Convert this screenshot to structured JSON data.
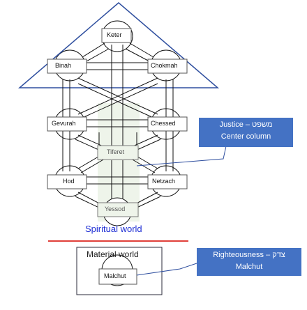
{
  "sefirot": {
    "keter": "Keter",
    "binah": "Binah",
    "chokmah": "Chokmah",
    "gevurah": "Gevurah",
    "chessed": "Chessed",
    "tiferet": "Tiferet",
    "hod": "Hod",
    "netzach": "Netzach",
    "yessod": "Yessod",
    "malchut": "Malchut"
  },
  "worlds": {
    "spiritual": "Spiritual world",
    "material": "Material world"
  },
  "callouts": {
    "justice": {
      "line1": "Justice – משפט",
      "line2": "Center column"
    },
    "righteousness": {
      "line1": "Righteousness – צדק",
      "line2": "Malchut"
    }
  },
  "colors": {
    "triangle": "#2f4f9f",
    "callout_fill": "#4472c4",
    "divider": "#e0403a",
    "spiritual_text": "#1f2fd4",
    "center_column_tint": "#eef4ea"
  }
}
